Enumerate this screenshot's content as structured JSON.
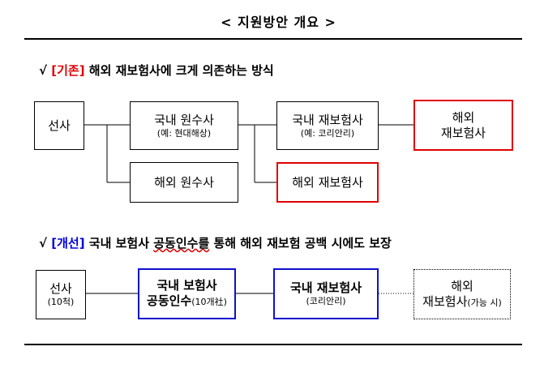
{
  "title": "< 지원방안 개요 >",
  "section_current": {
    "check": "√",
    "tag": "[기존]",
    "text": "해외 재보험사에 크게 의존하는 방식",
    "boxes": {
      "cedant": {
        "main": "선사"
      },
      "dom_primary": {
        "main": "국내 원수사",
        "sub": "(예: 현대해상)"
      },
      "dom_reinsurer": {
        "main": "국내 재보험사",
        "sub": "(예: 코리안리)"
      },
      "foreign_reinsurer_1": {
        "main1": "해외",
        "main2": "재보험사"
      },
      "foreign_primary": {
        "main": "해외 원수사"
      },
      "foreign_reinsurer_2": {
        "main": "해외 재보험사"
      }
    }
  },
  "section_improved": {
    "check": "√",
    "tag": "[개선]",
    "text_pre": "국내 보험사 ",
    "text_underlined": "공동인수를",
    "text_post": " 통해 해외 재보험 공백 시에도 보장",
    "boxes": {
      "cedant": {
        "main": "선사",
        "sub": "(10척)"
      },
      "co_insurance": {
        "main1": "국내 보험사",
        "main2": "공동인수",
        "sub": "(10개社)"
      },
      "dom_reinsurer": {
        "main": "국내 재보험사",
        "sub": "(코리안리)"
      },
      "foreign_reinsurer": {
        "main1": "해외",
        "main2": "재보험사",
        "sub": "(가능 시)"
      }
    }
  },
  "colors": {
    "highlight_red": "#e00000",
    "highlight_blue": "#1010d0"
  }
}
